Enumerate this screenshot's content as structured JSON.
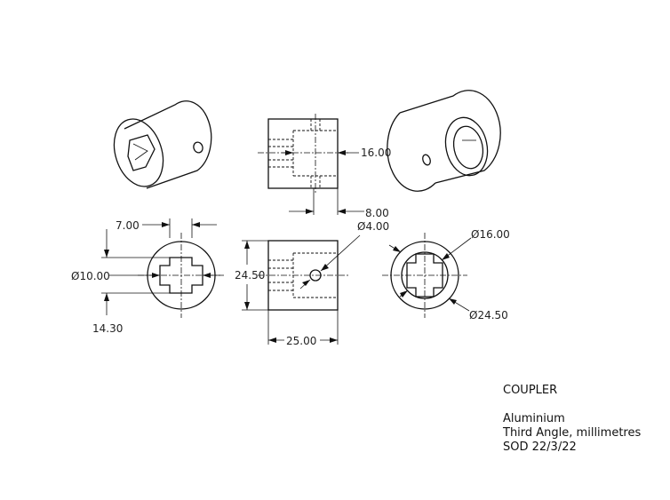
{
  "dimensions": {
    "width_across": "16.00",
    "step": "8.00",
    "hole_dia": "Ø4.00",
    "height": "24.50",
    "length": "25.00",
    "slot_width": "7.00",
    "flat_dia": "Ø10.00",
    "slot_depth": "14.30",
    "bore_dia": "Ø16.00",
    "outer_dia": "Ø24.50"
  },
  "title_block": {
    "name": "COUPLER",
    "material": "Aluminium",
    "projection": "Third Angle, millimetres",
    "author_date": "SOD 22/3/22"
  }
}
